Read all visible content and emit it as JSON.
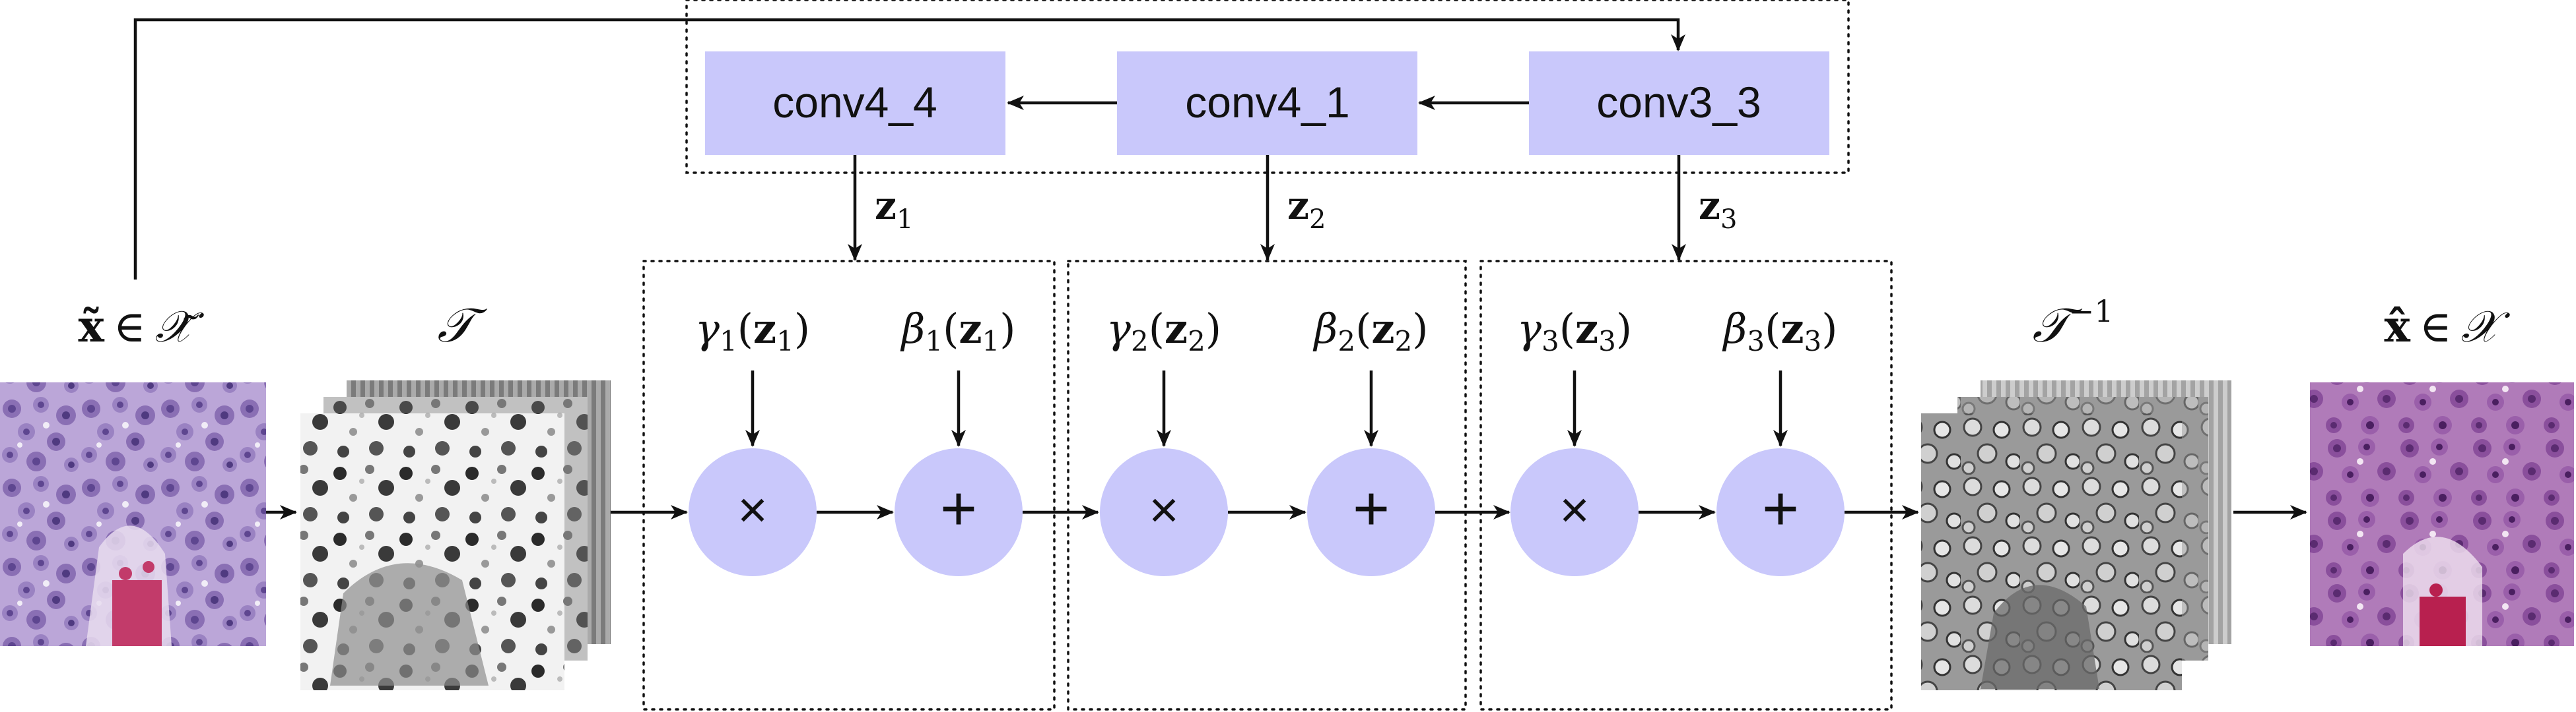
{
  "colors": {
    "box_fill": "#c9c8fb",
    "circle_fill": "#c9c8fb",
    "stroke": "#111111",
    "tissue_purple": "#9b7cbd",
    "tissue_pink": "#c23b6a"
  },
  "encoder": {
    "blocks": [
      {
        "label": "conv4_4"
      },
      {
        "label": "conv4_1"
      },
      {
        "label": "conv3_3"
      }
    ]
  },
  "latents": [
    {
      "label": "z",
      "sub": "1"
    },
    {
      "label": "z",
      "sub": "2"
    },
    {
      "label": "z",
      "sub": "3"
    }
  ],
  "modulation_stages": [
    {
      "gamma_label": "γ",
      "beta_label": "β",
      "index": "1",
      "arg": "z",
      "mul_symbol": "×",
      "add_symbol": "+"
    },
    {
      "gamma_label": "γ",
      "beta_label": "β",
      "index": "2",
      "arg": "z",
      "mul_symbol": "×",
      "add_symbol": "+"
    },
    {
      "gamma_label": "γ",
      "beta_label": "β",
      "index": "3",
      "arg": "z",
      "mul_symbol": "×",
      "add_symbol": "+"
    }
  ],
  "input": {
    "var": "x̃",
    "rel": "∈",
    "set": "𝒳̃"
  },
  "transform": {
    "label": "𝒯"
  },
  "inverse_transform": {
    "label": "𝒯",
    "sup": "−1"
  },
  "output": {
    "var": "x̂",
    "rel": "∈",
    "set": "𝒳"
  }
}
